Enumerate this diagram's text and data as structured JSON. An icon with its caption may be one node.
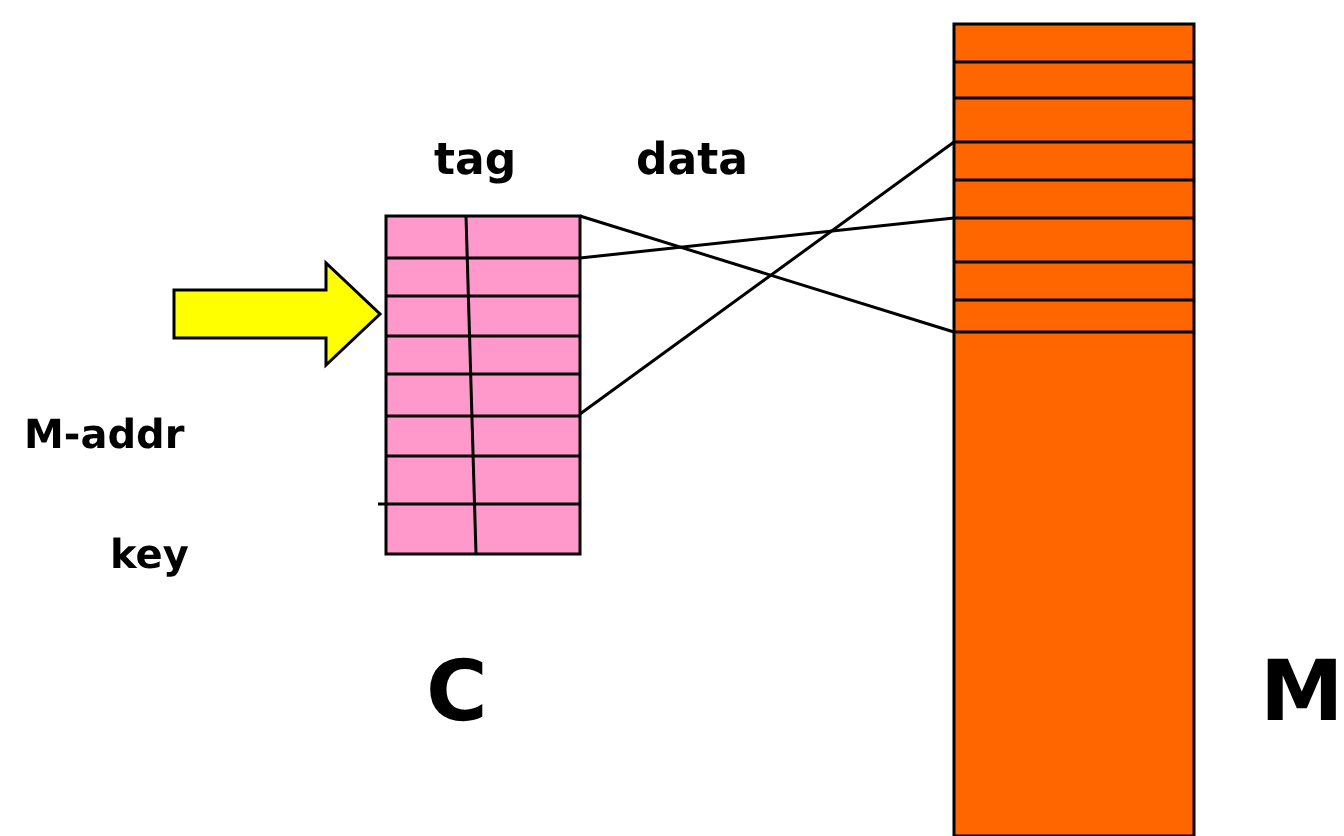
{
  "diagram": {
    "nodes": [
      {
        "text": [],
        "shape": "box",
        "beside": [
          "C"
        ]
      },
      {
        "text": [],
        "shape": "box",
        "beside": [
          "M"
        ]
      }
    ],
    "edges": [
      {
        "from": null,
        "to": 0,
        "arrow": "to"
      },
      {
        "from": 0,
        "to": 1,
        "arrow": "none"
      },
      {
        "from": 0,
        "to": 1,
        "arrow": "none"
      },
      {
        "from": 0,
        "to": 1,
        "arrow": "none"
      }
    ],
    "labels": [
      "tag",
      "data",
      "M-addr",
      "key"
    ]
  }
}
